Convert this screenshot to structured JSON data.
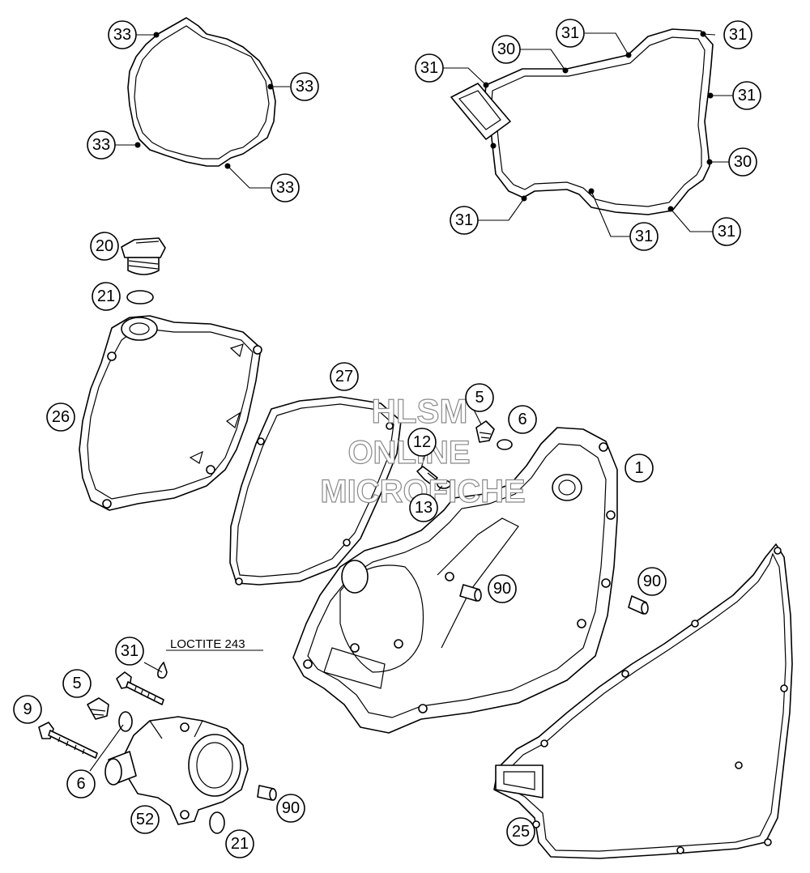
{
  "watermark": {
    "line1": "HLSM",
    "line2": "ONLINE",
    "line3": "MICROFICHE"
  },
  "note": {
    "loctite": "LOCTITE 243"
  },
  "callouts": {
    "c33a": "33",
    "c33b": "33",
    "c33c": "33",
    "c33d": "33",
    "c31a": "31",
    "c31b": "31",
    "c31c": "31",
    "c31d": "31",
    "c31e": "31",
    "c31f": "31",
    "c30a": "30",
    "c30b": "30",
    "c20": "20",
    "c21a": "21",
    "c26": "26",
    "c27": "27",
    "c5a": "5",
    "c6a": "6",
    "c12": "12",
    "c13": "13",
    "c1": "1",
    "c90a": "90",
    "c90b": "90",
    "c31g": "31",
    "c5b": "5",
    "c9": "9",
    "c6b": "6",
    "c52": "52",
    "c90c": "90",
    "c21b": "21",
    "c25": "25"
  }
}
